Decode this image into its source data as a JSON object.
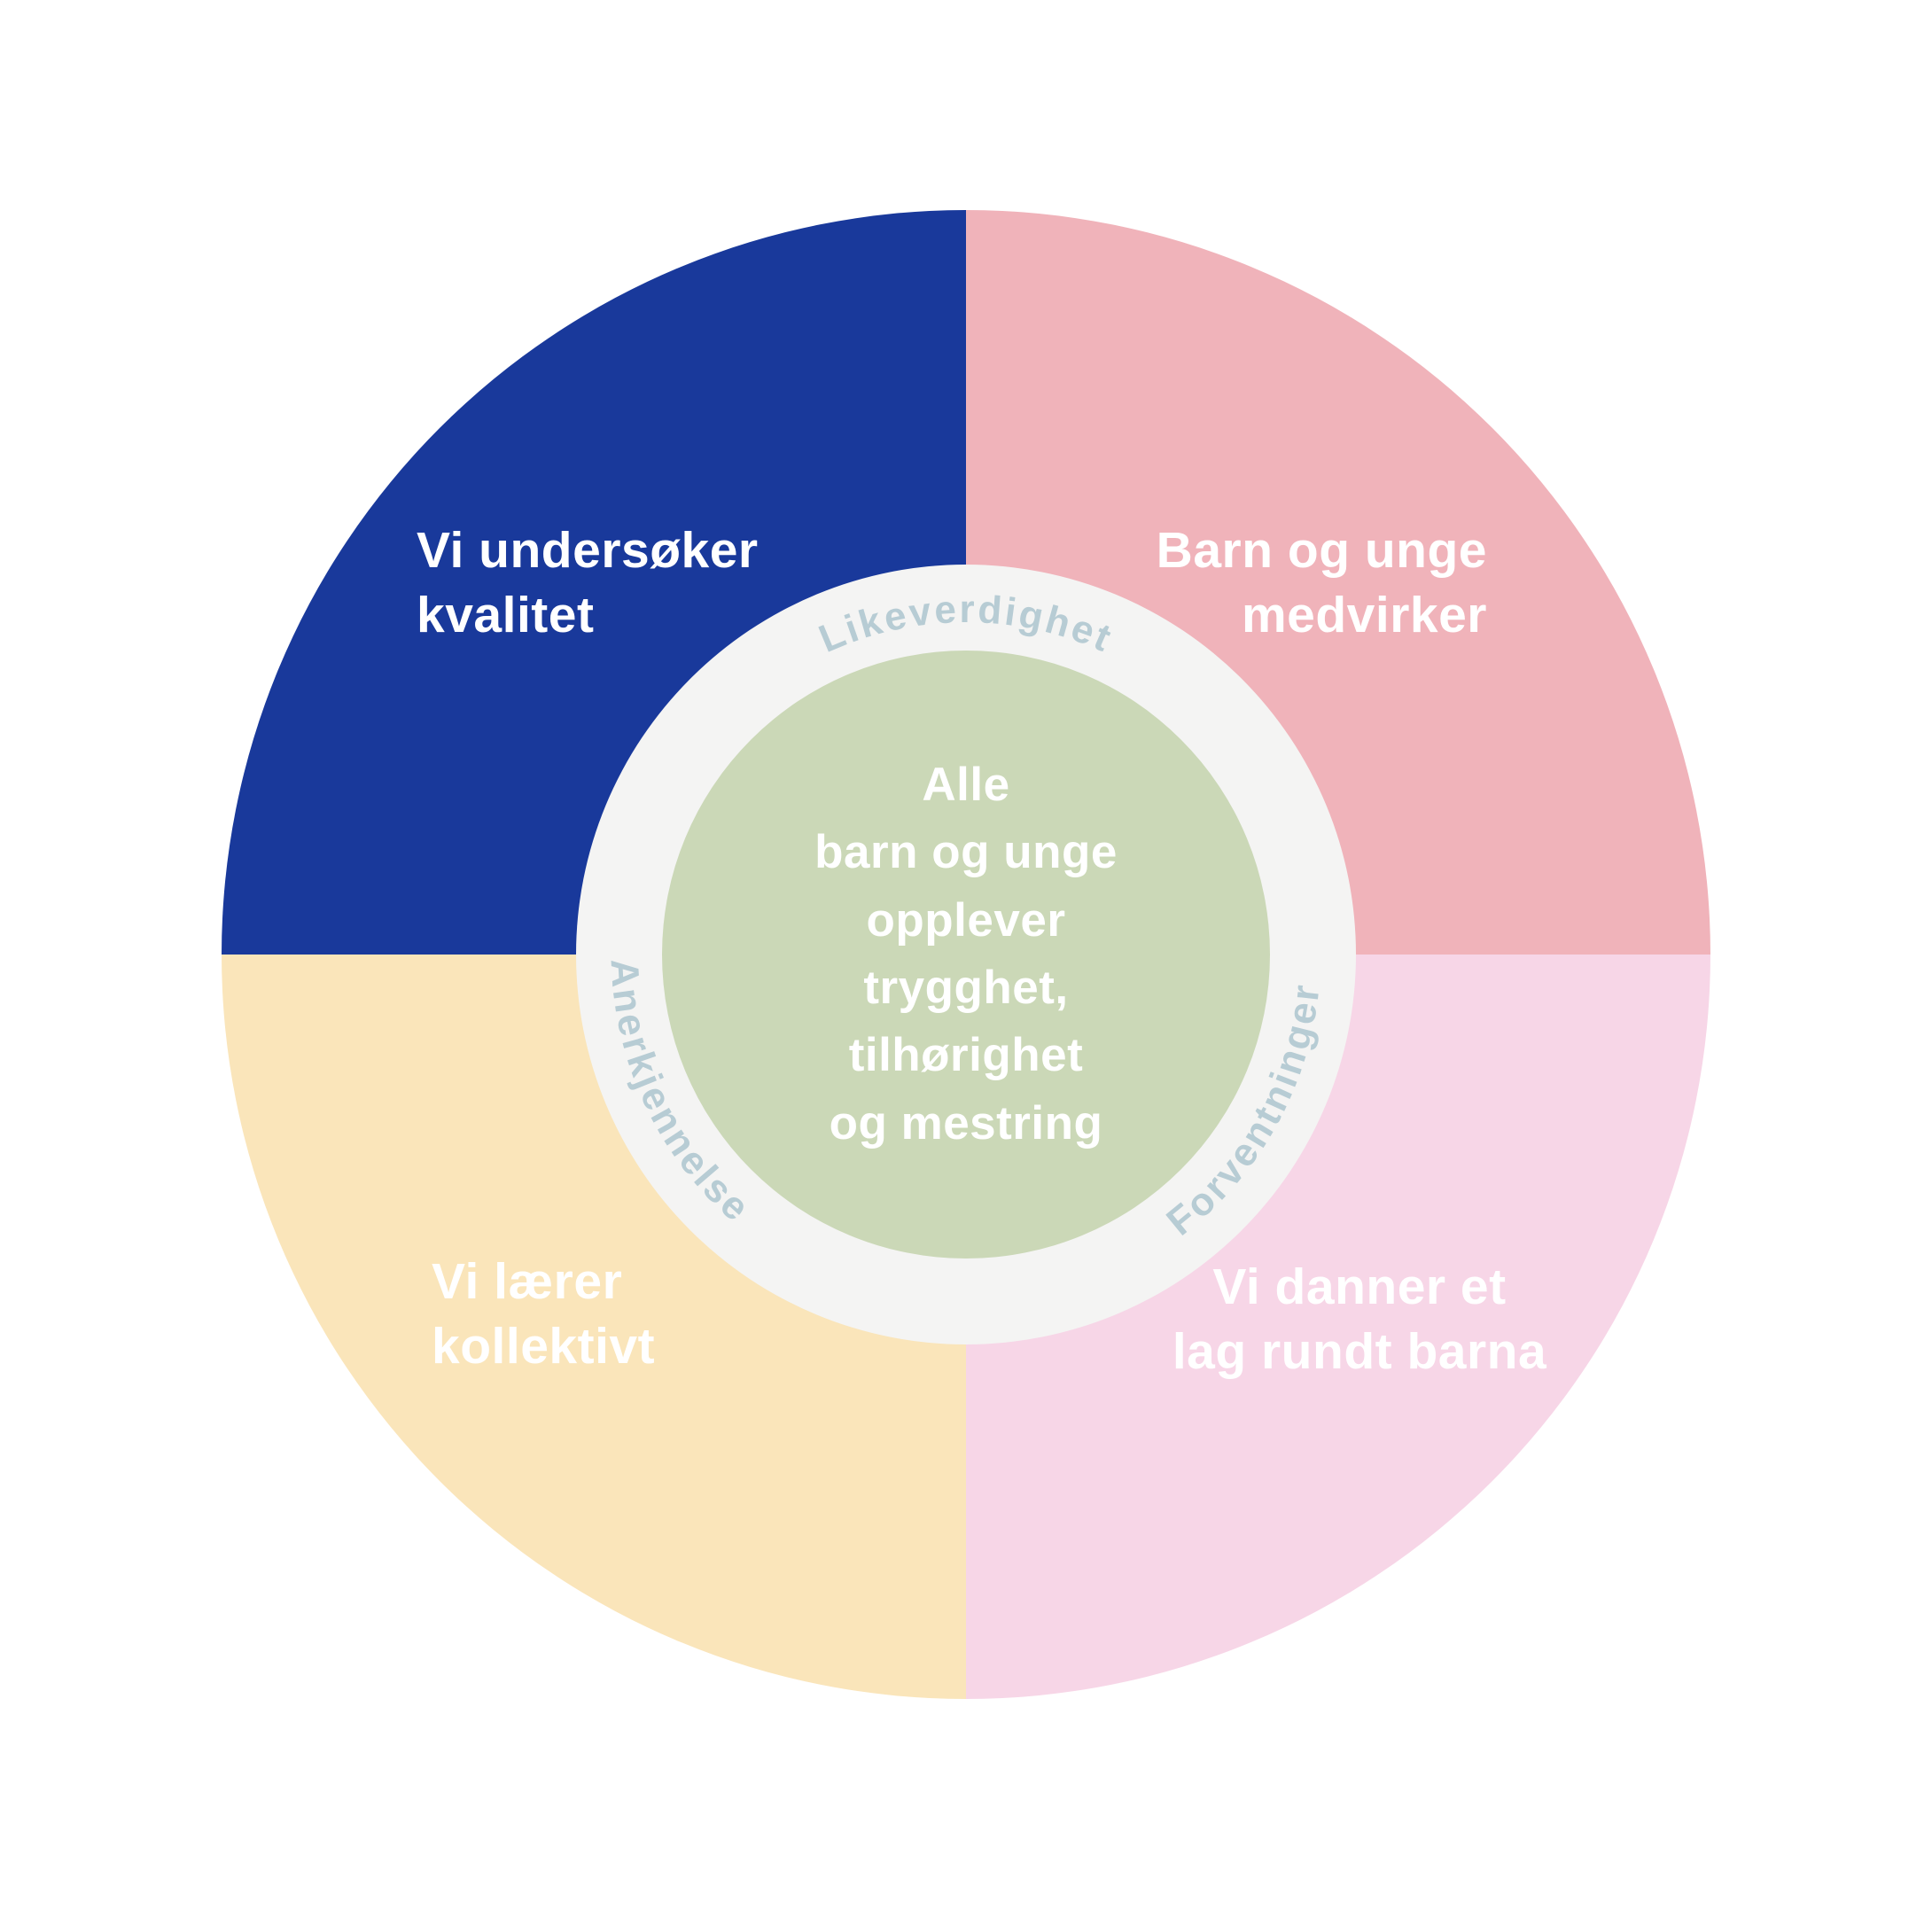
{
  "diagram": {
    "center": {
      "lines": [
        "Alle",
        "barn og unge",
        "opplever",
        "trygghet,",
        "tilhørighet",
        "og mestring"
      ]
    },
    "ring_labels": {
      "top": "Likeverdighet",
      "left": "Anerkjennelse",
      "right": "Forventninger"
    },
    "quadrants": {
      "top_left": {
        "lines": [
          "Vi undersøker",
          "kvalitet"
        ],
        "color": "#19399B"
      },
      "top_right": {
        "lines": [
          "Barn og unge",
          "medvirker"
        ],
        "color": "#F0B3BA"
      },
      "bottom_left": {
        "lines": [
          "Vi lærer",
          "kollektivt"
        ],
        "color": "#FAE5BA"
      },
      "bottom_right": {
        "lines": [
          "Vi danner et",
          "lag rundt barna"
        ],
        "color": "#F7D6E7"
      }
    },
    "colors": {
      "background": "#FFFFFF",
      "ring": "#F4F4F3",
      "center_circle": "#CBD8B7",
      "ring_text": "#B7CCD4",
      "label_text": "#FFFFFF"
    }
  }
}
